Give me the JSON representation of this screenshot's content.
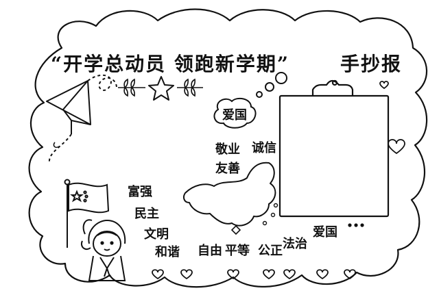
{
  "title": {
    "main": "“开学总动员  领跑新学期”",
    "right": "手抄报"
  },
  "values": {
    "cloud": "爱国",
    "mid1": "敬业",
    "mid2": "诚信",
    "mid3": "友善",
    "col1": "富强",
    "col2": "民主",
    "col3": "文明",
    "row1": "和谐",
    "row2": "自由",
    "row3": "平等",
    "row4": "公正",
    "row5": "法治",
    "row6": "爱国"
  },
  "icons": [
    "paper-plane-icon",
    "star-icon",
    "leaf-icon",
    "flag-icon",
    "student-girl-icon",
    "china-map-icon",
    "clipboard-icon",
    "heart-icon",
    "speech-cloud-icon"
  ]
}
